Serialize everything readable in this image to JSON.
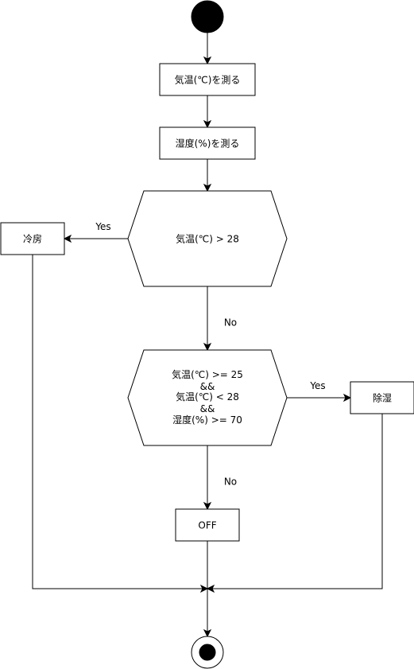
{
  "diagram": {
    "nodes": {
      "measure_temp": "気温(℃)を測る",
      "measure_humidity": "湿度(%)を測る",
      "decision_1": "気温(℃) > 28",
      "decision_2": [
        "気温(℃) >= 25",
        "&&",
        "気温(℃) < 28",
        "&&",
        "湿度(%) >= 70"
      ],
      "cooling": "冷房",
      "dehumidify": "除湿",
      "off": "OFF"
    },
    "edges": {
      "d1_yes": "Yes",
      "d1_no": "No",
      "d2_yes": "Yes",
      "d2_no": "No"
    }
  }
}
